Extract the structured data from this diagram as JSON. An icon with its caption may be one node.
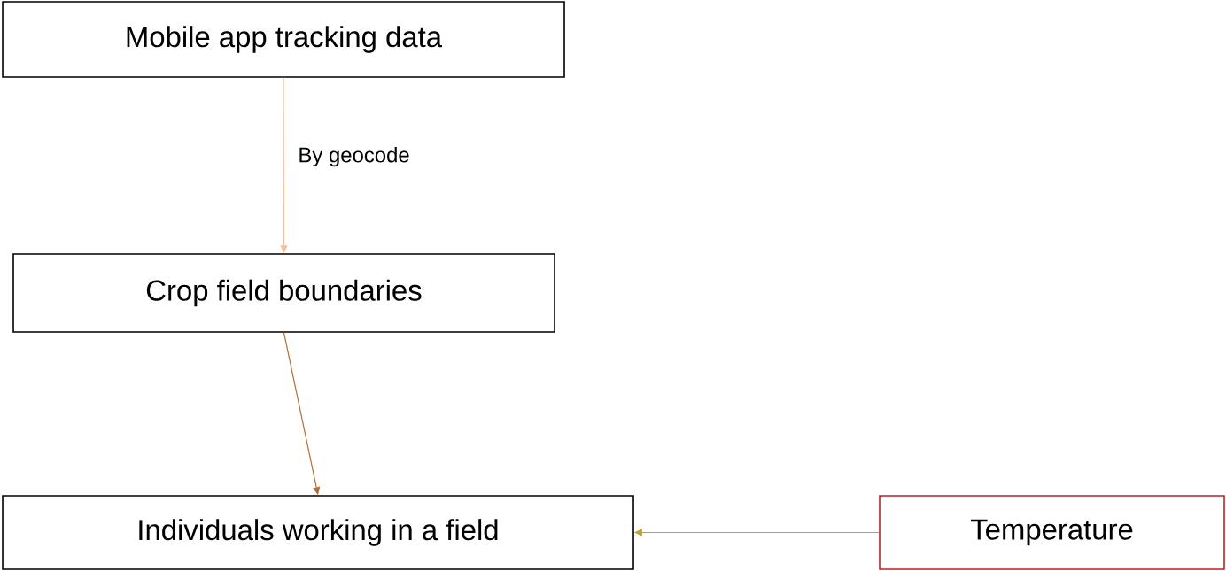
{
  "diagram": {
    "nodes": [
      {
        "text": [
          "Mobile app tracking data"
        ]
      },
      {
        "text": [
          "Crop field boundaries"
        ]
      },
      {
        "text": [
          "Individuals working in a field"
        ]
      },
      {
        "text": [
          "Temperature"
        ]
      }
    ],
    "edges": [
      {
        "from": 0,
        "to": 1,
        "arrow": "to",
        "label": "By geocode",
        "color": "#f2bfa0"
      },
      {
        "from": 1,
        "to": 2,
        "arrow": "to",
        "color": "#b0703a"
      },
      {
        "from": 3,
        "to": 2,
        "arrow": "to",
        "color": "#c0a030"
      }
    ]
  }
}
